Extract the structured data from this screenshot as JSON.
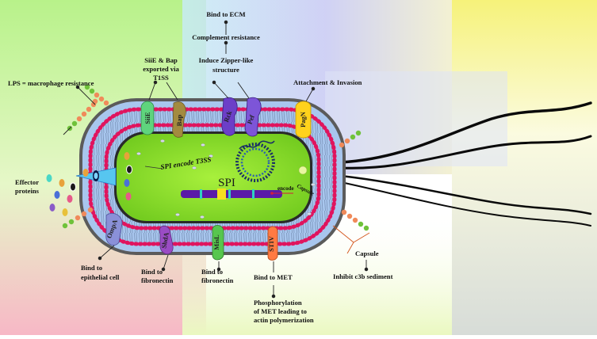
{
  "labels": {
    "bind_ecm": "Bind to ECM",
    "complement": "Complement resistance",
    "zipper_1": "Induce Zipper-like",
    "zipper_2": "structure",
    "siie_bap_1": "SiiE & Bap",
    "siie_bap_2": "exported via",
    "siie_bap_3": "T1SS",
    "lps": "LPS = macrophage resistance",
    "attach": "Attachment & Invasion",
    "effector_1": "Effector",
    "effector_2": "proteins",
    "spi_t3ss": "SPI encode T3SS",
    "spi": "SPI",
    "encode": "encode",
    "capsule_inner": "Capsule",
    "capsule": "Capsule",
    "inhibit": "Inhibit c3b sediment",
    "bind_epi_1": "Bind to",
    "bind_epi_2": "epithelial cell",
    "bind_fib1_1": "Bind to",
    "bind_fib1_2": "fibronectin",
    "bind_fib2_1": "Bind to",
    "bind_fib2_2": "fibronectin",
    "bind_met": "Bind to MET",
    "phos_1": "Phosphorylation",
    "phos_2": "of MET leading to",
    "phos_3": "actin polymerization"
  },
  "proteins": {
    "siie": "SiiE",
    "bap": "Bap",
    "rck": "Rck",
    "pef": "Pef",
    "pagn": "PagN",
    "ompa": "OmpA",
    "shda": "ShdA",
    "misl": "MisL",
    "stiv": "STIV"
  },
  "colors": {
    "cytoplasm": "#8fdc2a",
    "membrane_head": "#e0145e",
    "membrane_tail": "#7a93b8",
    "outer_wall": "#555555",
    "periplasm": "#a8c6ee",
    "flagellum": "#0a0a0a",
    "chromosome": "#1a2f66",
    "spi_bar": "#5a1aa8",
    "siie": "#5fd47d",
    "bap": "#a38b3f",
    "rck": "#6c3fc8",
    "pagn": "#ffd21c",
    "ompa": "#8a90d8",
    "shda": "#9a4cc4",
    "misl": "#57c64e",
    "stiv": "#ff7a42"
  }
}
